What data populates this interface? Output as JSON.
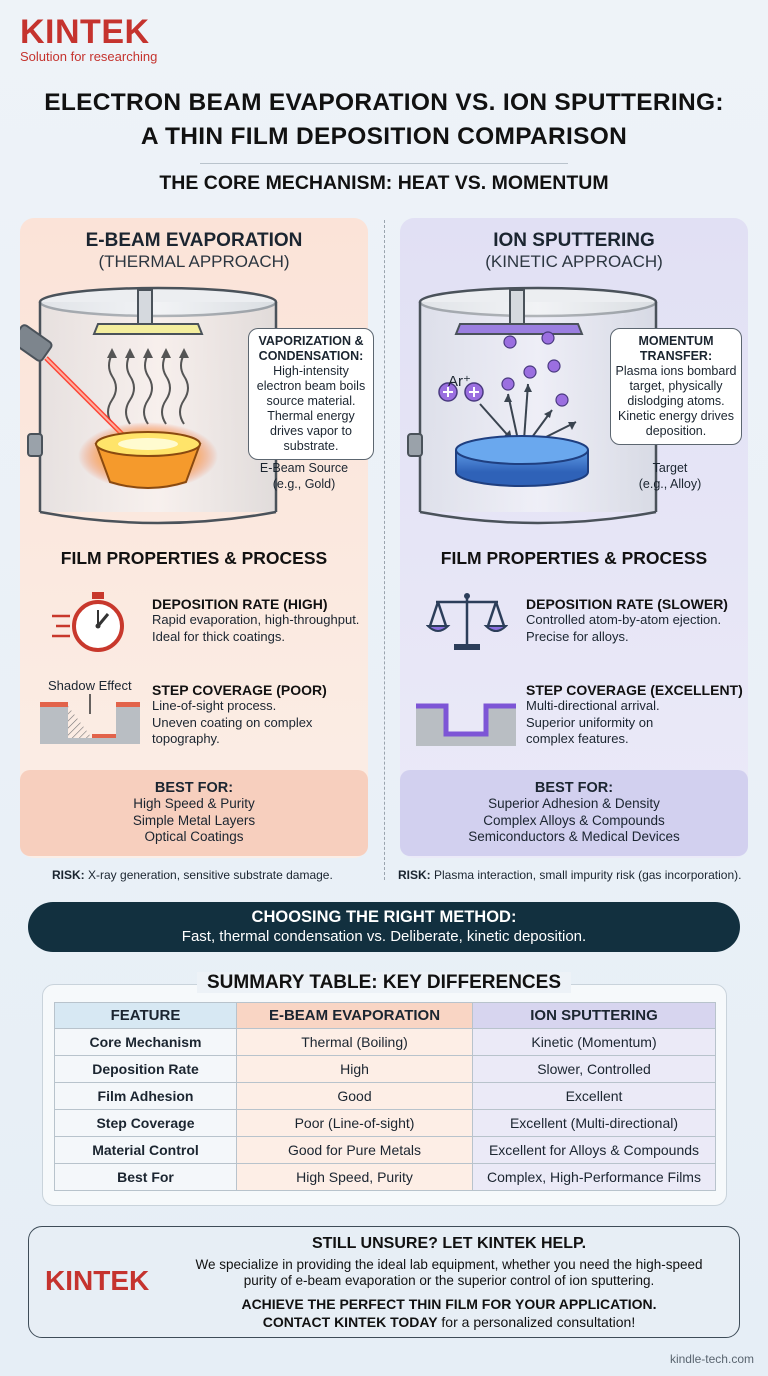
{
  "header": {
    "logo_text": "KINTEK",
    "logo_tagline": "Solution for researching",
    "title_line1": "ELECTRON BEAM EVAPORATION VS. ION SPUTTERING:",
    "title_line2": "A THIN FILM DEPOSITION COMPARISON",
    "subtitle": "THE CORE MECHANISM: HEAT VS. MOMENTUM"
  },
  "left": {
    "title": "E-BEAM EVAPORATION",
    "subtitle": "(THERMAL APPROACH)",
    "callout_title_1": "VAPORIZATION &",
    "callout_title_2": "CONDENSATION:",
    "callout_body": "High-intensity electron beam boils source material. Thermal energy drives vapor to substrate.",
    "source_label_1": "E-Beam Source",
    "source_label_2": "(e.g., Gold)",
    "props_title": "FILM PROPERTIES & PROCESS",
    "rate_title": "DEPOSITION RATE (HIGH)",
    "rate_text_1": "Rapid evaporation, high-throughput.",
    "rate_text_2": "Ideal for thick coatings.",
    "shadow_label": "Shadow Effect",
    "step_title": "STEP COVERAGE (POOR)",
    "step_text_1": "Line-of-sight process.",
    "step_text_2": "Uneven coating on complex",
    "step_text_3": "topography.",
    "best_title": "BEST FOR:",
    "best_1": "High Speed & Purity",
    "best_2": "Simple Metal Layers",
    "best_3": "Optical Coatings",
    "risk_label": "RISK:",
    "risk_text": "X-ray generation, sensitive substrate damage."
  },
  "right": {
    "title": "ION SPUTTERING",
    "subtitle": "(KINETIC APPROACH)",
    "callout_title_1": "MOMENTUM",
    "callout_title_2": "TRANSFER:",
    "callout_body": "Plasma ions bombard target, physically dislodging atoms. Kinetic energy drives deposition.",
    "ion_label": "Ar⁺",
    "target_label_1": "Target",
    "target_label_2": "(e.g., Alloy)",
    "props_title": "FILM PROPERTIES & PROCESS",
    "rate_title": "DEPOSITION RATE (SLOWER)",
    "rate_text_1": "Controlled atom-by-atom ejection.",
    "rate_text_2": "Precise for alloys.",
    "step_title": "STEP COVERAGE (EXCELLENT)",
    "step_text_1": "Multi-directional arrival.",
    "step_text_2": "Superior uniformity on",
    "step_text_3": "complex features.",
    "best_title": "BEST FOR:",
    "best_1": "Superior Adhesion & Density",
    "best_2": "Complex Alloys & Compounds",
    "best_3": "Semiconductors & Medical Devices",
    "risk_label": "RISK:",
    "risk_text": "Plasma interaction, small impurity risk (gas incorporation)."
  },
  "banner": {
    "title": "CHOOSING THE RIGHT METHOD:",
    "text": "Fast, thermal condensation vs. Deliberate, kinetic deposition."
  },
  "summary": {
    "title": "SUMMARY TABLE: KEY DIFFERENCES",
    "headers": [
      "FEATURE",
      "E-BEAM EVAPORATION",
      "ION SPUTTERING"
    ],
    "rows": [
      [
        "Core Mechanism",
        "Thermal (Boiling)",
        "Kinetic (Momentum)"
      ],
      [
        "Deposition Rate",
        "High",
        "Slower, Controlled"
      ],
      [
        "Film Adhesion",
        "Good",
        "Excellent"
      ],
      [
        "Step Coverage",
        "Poor (Line-of-sight)",
        "Excellent (Multi-directional)"
      ],
      [
        "Material Control",
        "Good for Pure Metals",
        "Excellent for Alloys & Compounds"
      ],
      [
        "Best For",
        "High Speed, Purity",
        "Complex, High-Performance Films"
      ]
    ]
  },
  "cta": {
    "logo_text": "KINTEK",
    "title": "STILL UNSURE? LET KINTEK HELP.",
    "body": "We specialize in providing the ideal lab equipment, whether you need the high-speed purity of e-beam evaporation or the superior control of ion sputtering.",
    "strong_1": "ACHIEVE THE PERFECT THIN FILM FOR YOUR APPLICATION.",
    "strong_2": "CONTACT KINTEK TODAY",
    "tail": " for a personalized consultation!"
  },
  "footer": {
    "site": "kindle-tech.com"
  },
  "colors": {
    "brand": "#c5332e",
    "banner": "#12303f",
    "left_panel": "#fbe3d8",
    "right_panel": "#e1e0f4"
  }
}
